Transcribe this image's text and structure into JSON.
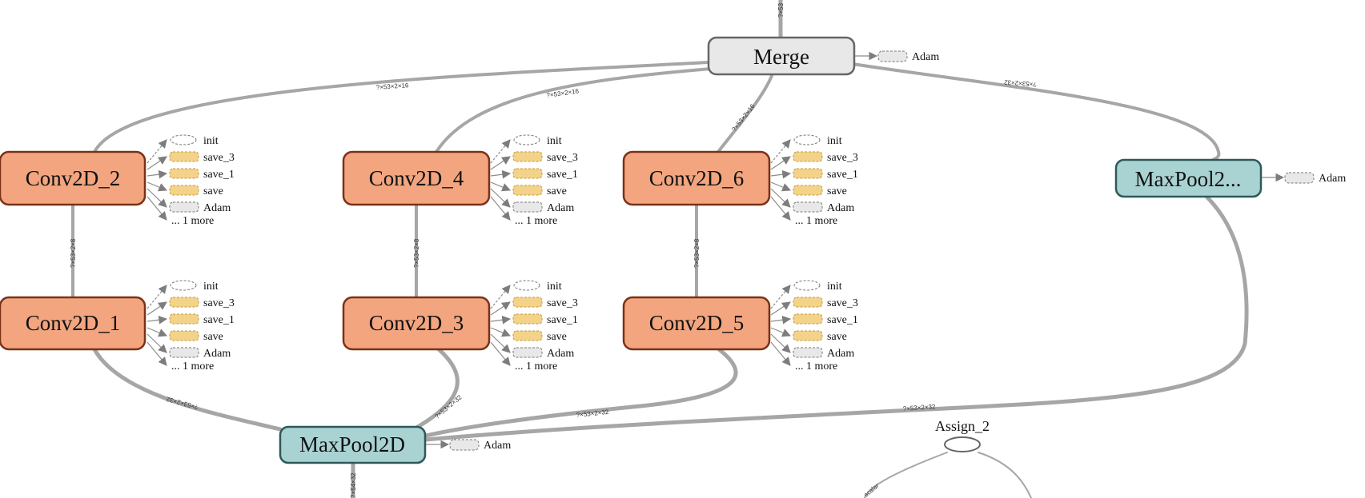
{
  "nodes": {
    "merge": {
      "label": "Merge",
      "color": "#e8e8e8",
      "border": "#666666",
      "aux": "Adam"
    },
    "maxpool2": {
      "label": "MaxPool2...",
      "color": "#a9d3d2",
      "border": "#2f5859",
      "aux": "Adam"
    },
    "maxpool": {
      "label": "MaxPool2D",
      "color": "#a9d3d2",
      "border": "#2f5859",
      "aux": "Adam"
    },
    "conv_color": "#f2a57f",
    "conv_border": "#7a3216",
    "conv2d_2": {
      "label": "Conv2D_2"
    },
    "conv2d_4": {
      "label": "Conv2D_4"
    },
    "conv2d_6": {
      "label": "Conv2D_6"
    },
    "conv2d_1": {
      "label": "Conv2D_1"
    },
    "conv2d_3": {
      "label": "Conv2D_3"
    },
    "conv2d_5": {
      "label": "Conv2D_5"
    },
    "assign_2": {
      "label": "Assign_2"
    }
  },
  "conv_aux": {
    "labels": [
      "init",
      "save_3",
      "save_1",
      "save",
      "Adam"
    ],
    "more": "... 1 more",
    "save_color": "#f3d289",
    "save_border": "#c49a3b"
  },
  "edges": {
    "top": "?×53",
    "merge_conv2": "?×53×2×16",
    "merge_conv4": "?×53×2×16",
    "merge_conv6": "?×53×2×16",
    "merge_maxpool2": "?×53×2×32",
    "conv2_conv1": "?×53×2×8",
    "conv4_conv3": "?×53×2×8",
    "conv6_conv5": "?×53×2×8",
    "conv1_maxpool": "?×53×2×32",
    "conv3_maxpool": "?×53×2×32",
    "conv5_maxpool": "?×53×2×32",
    "maxpool2_maxpool": "?×53×2×32",
    "maxpool_bottom": "?×54×32",
    "assign_scalar": "scalar"
  }
}
